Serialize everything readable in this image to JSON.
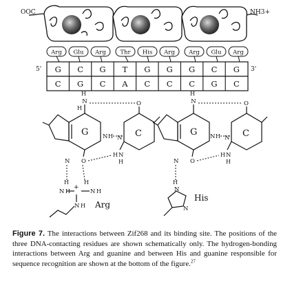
{
  "termini": {
    "n": "OOC",
    "c": "NH3+"
  },
  "residues": [
    "Arg",
    "Glu",
    "Arg",
    "Thr",
    "His",
    "Arg",
    "Arg",
    "Glu",
    "Arg"
  ],
  "strand_top": {
    "label_5": "5'",
    "label_3": "3'",
    "bases": [
      "G",
      "C",
      "G",
      "T",
      "G",
      "G",
      "G",
      "C",
      "G"
    ]
  },
  "strand_bottom": {
    "bases": [
      "C",
      "G",
      "C",
      "A",
      "C",
      "C",
      "C",
      "G",
      "C"
    ]
  },
  "pair_left": {
    "guanine": "G",
    "cytosine": "C",
    "residue": "Arg"
  },
  "pair_right": {
    "guanine": "G",
    "cytosine": "C",
    "residue": "His"
  },
  "atoms": {
    "N": "N",
    "H": "H",
    "O": "O",
    "plus": "+"
  },
  "caption": {
    "label": "Figure 7.",
    "text": "The interactions between Zif268 and its binding site. The positions of the three DNA-contacting residues are shown schematically only. The hydrogen-bonding interactions between Arg and guanine and between His and guanine responsible for sequence recognition are shown at the bottom of the figure.",
    "ref": "27"
  }
}
